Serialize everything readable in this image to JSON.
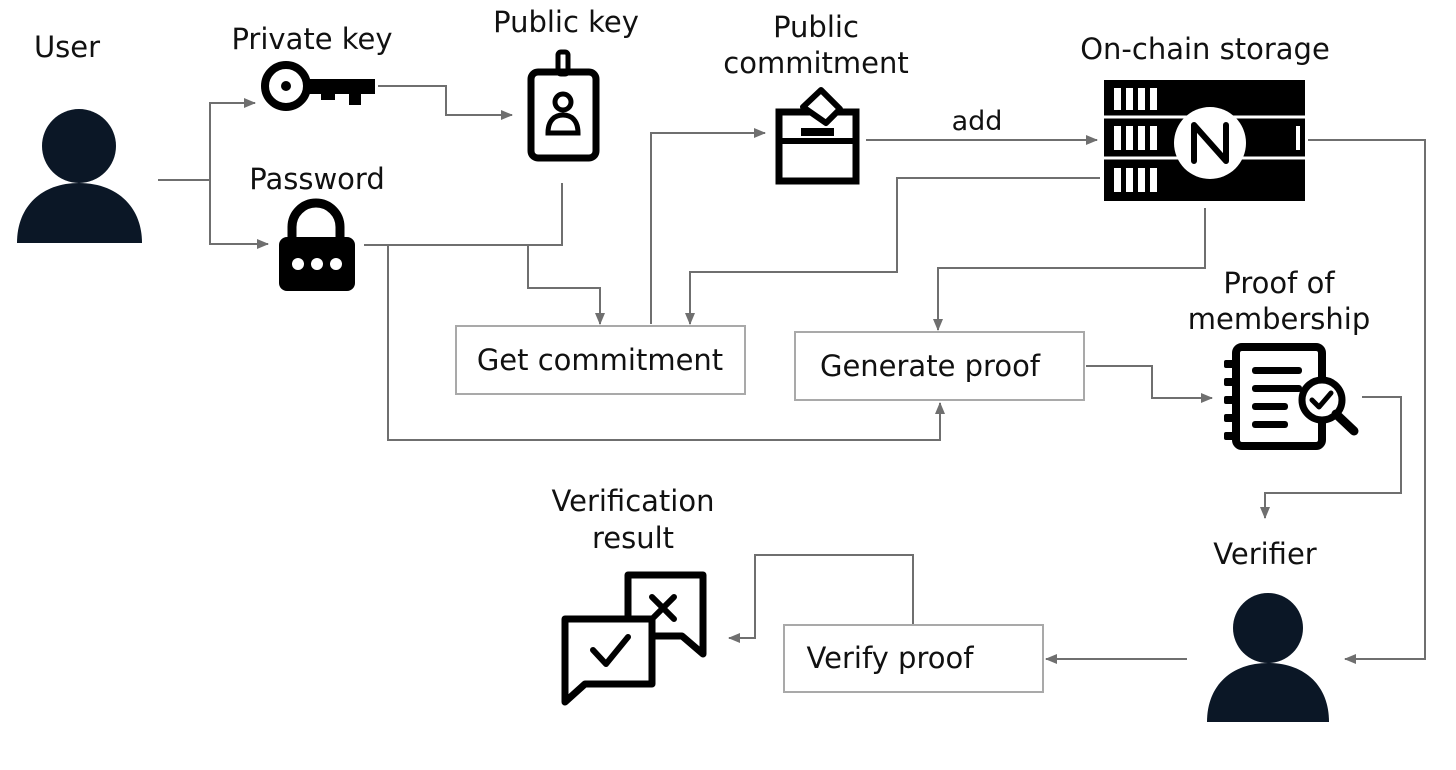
{
  "nodes": {
    "user": "User",
    "private_key": "Private key",
    "public_key": "Public key",
    "password": "Password",
    "public_commitment": [
      "Public",
      "commitment"
    ],
    "onchain_storage": "On-chain storage",
    "proof_of_membership": [
      "Proof of",
      "membership"
    ],
    "verifier": "Verifier",
    "verification_result": [
      "Verification",
      "result"
    ]
  },
  "steps": {
    "get_commitment": "Get commitment",
    "generate_proof": "Generate proof",
    "verify_proof": "Verify proof"
  },
  "edge_labels": {
    "add": "add"
  },
  "colors": {
    "icon_dark": "#0b1726",
    "icon_black": "#000000",
    "connector": "#6f6f6f",
    "box_border": "#a9a9a9"
  },
  "icons": [
    "user-icon",
    "key-icon",
    "id-badge-icon",
    "padlock-icon",
    "ballot-box-icon",
    "server-blockchain-icon",
    "document-search-icon",
    "verifier-icon",
    "chat-check-cross-icon"
  ]
}
